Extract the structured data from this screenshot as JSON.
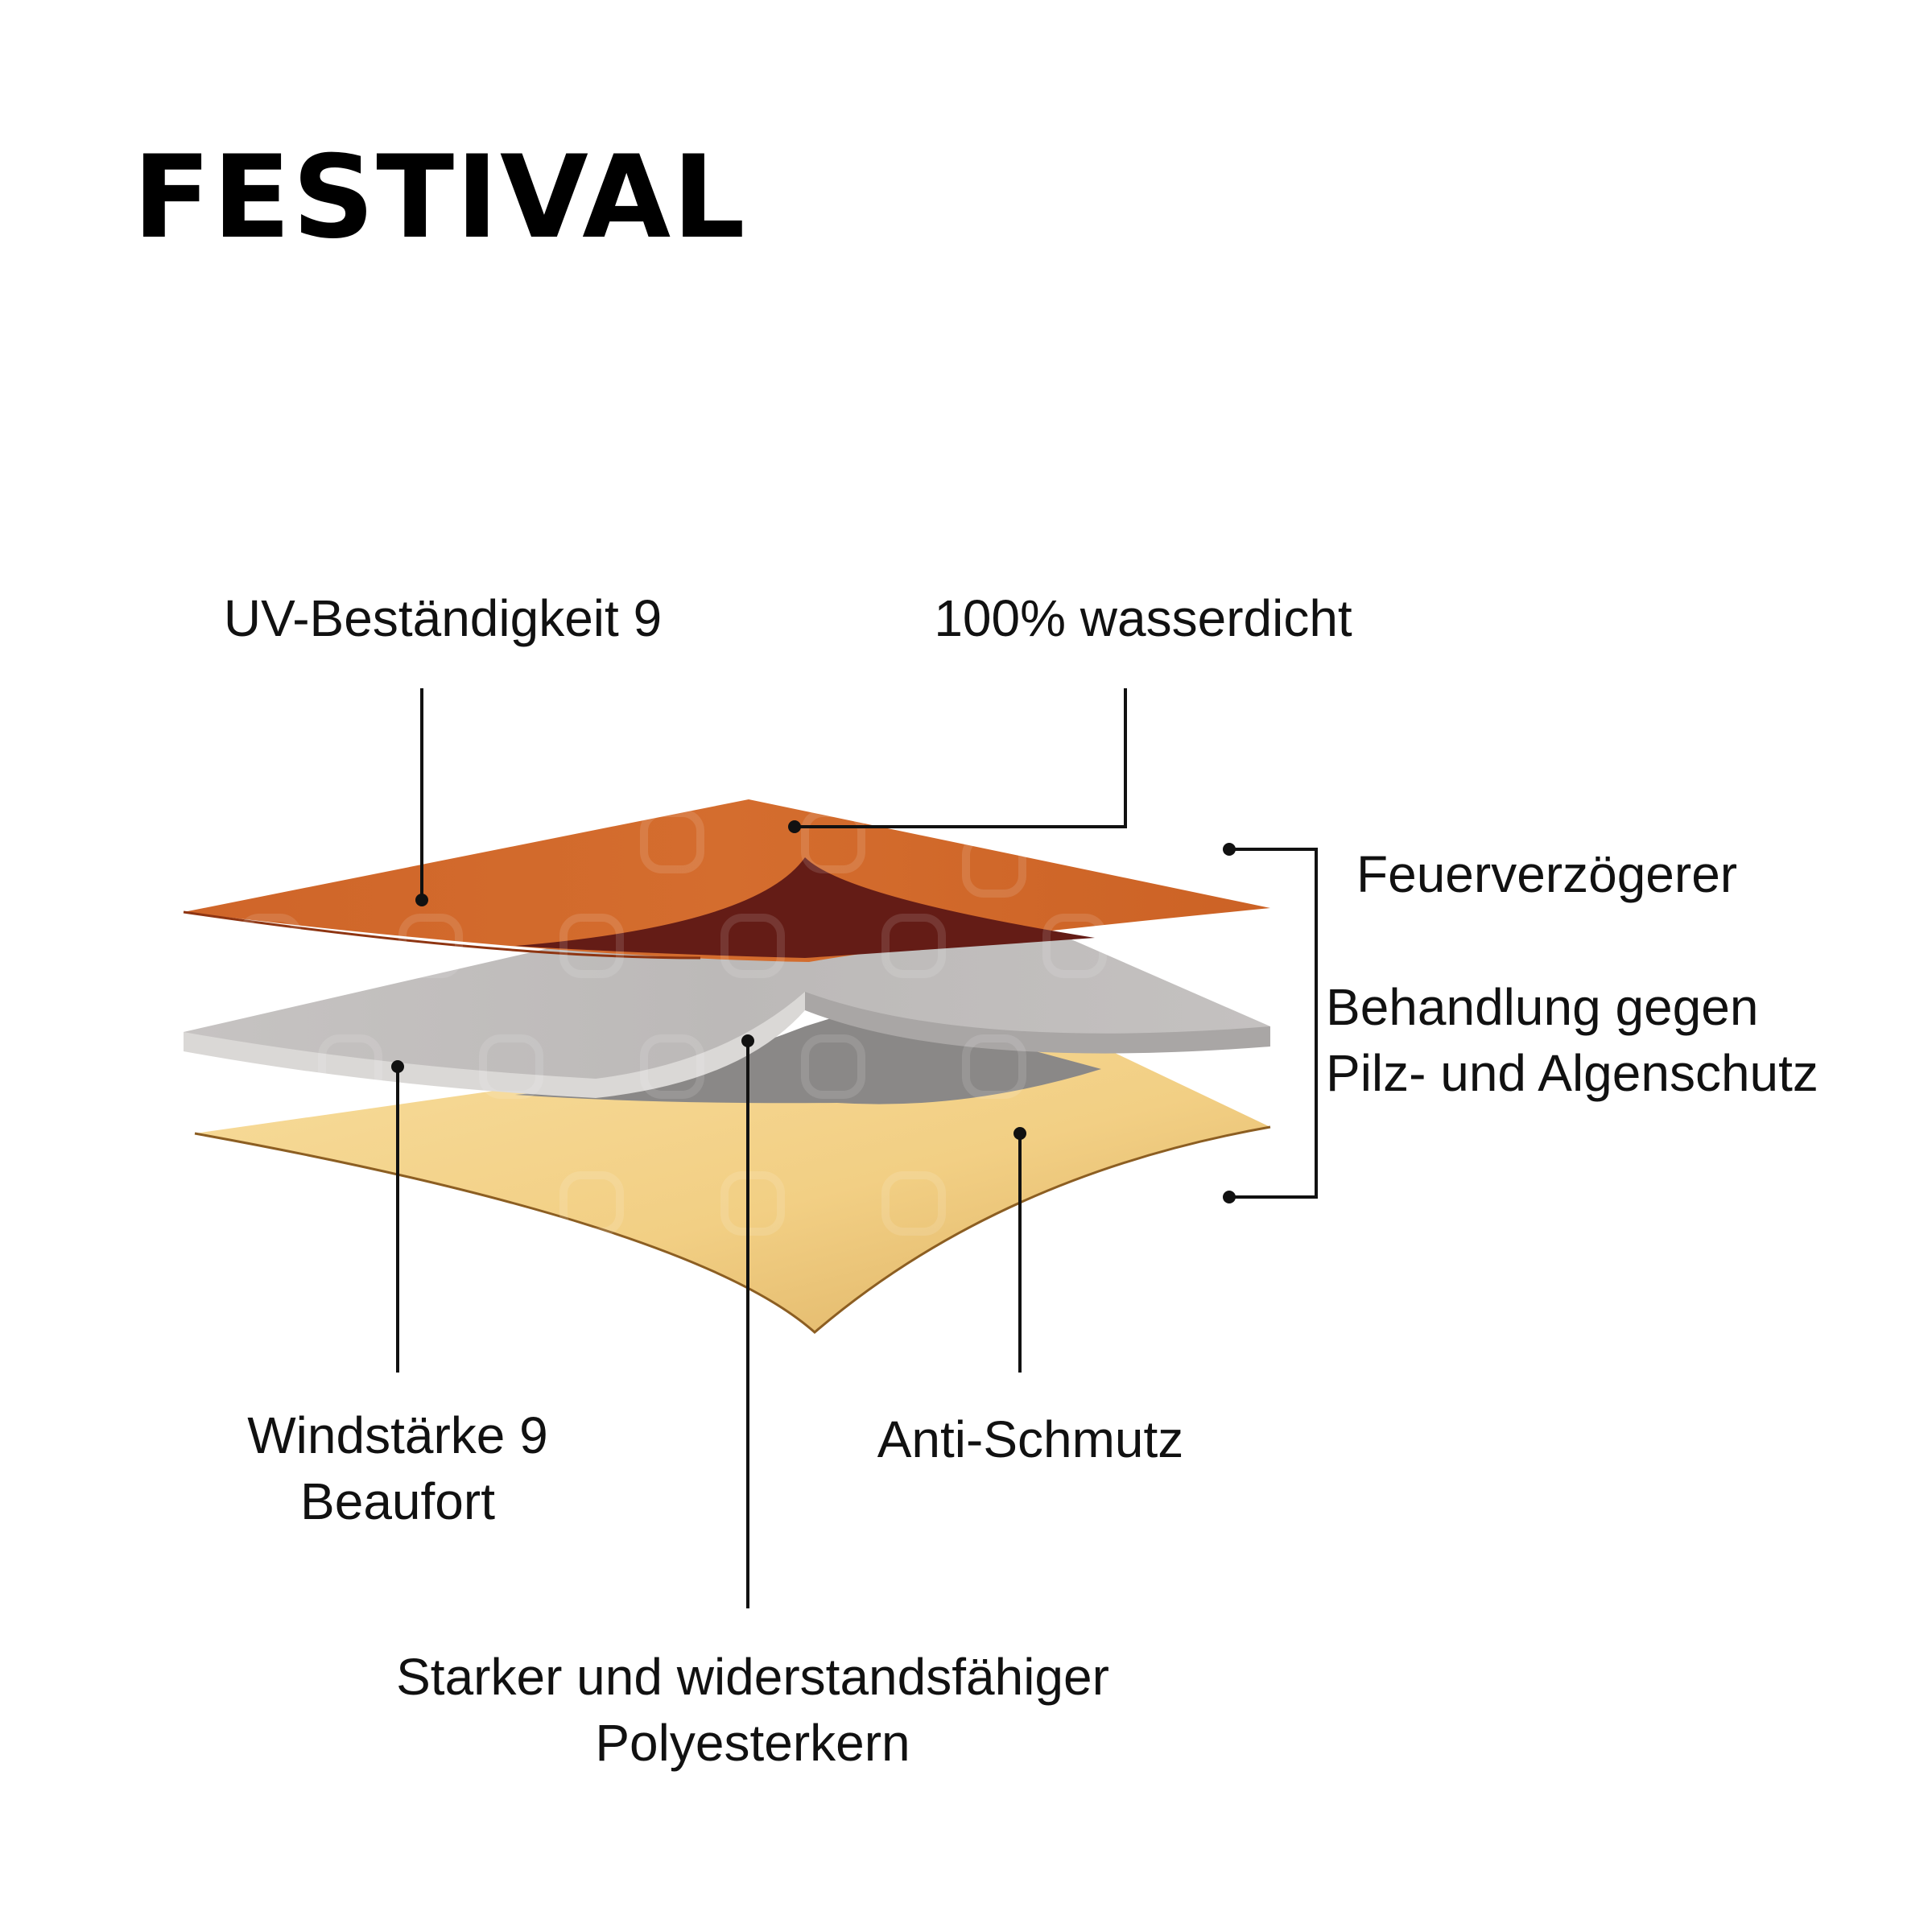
{
  "title": "FESTIVAL",
  "colors": {
    "top_layer": "#d2692a",
    "top_layer_underside": "#641c16",
    "middle_layer": "#c3c0bf",
    "middle_layer_edge": "#dad8d6",
    "middle_layer_underside": "#8a8887",
    "bottom_layer": "#f2cf84",
    "bottom_layer_edge": "#8c5e22",
    "callout_line": "#111111"
  },
  "labels": {
    "uv": "UV-Beständigkeit 9",
    "waterproof": "100% wasserdicht",
    "fire": "Feuerverzögerer",
    "fungus_line1": "Behandlung gegen",
    "fungus_line2": "Pilz- und Algenschutz",
    "wind_line1": "Windstärke 9",
    "wind_line2": "Beaufort",
    "dirt": "Anti-Schmutz",
    "core_line1": "Starker und widerstandsfähiger",
    "core_line2": "Polyesterkern"
  }
}
